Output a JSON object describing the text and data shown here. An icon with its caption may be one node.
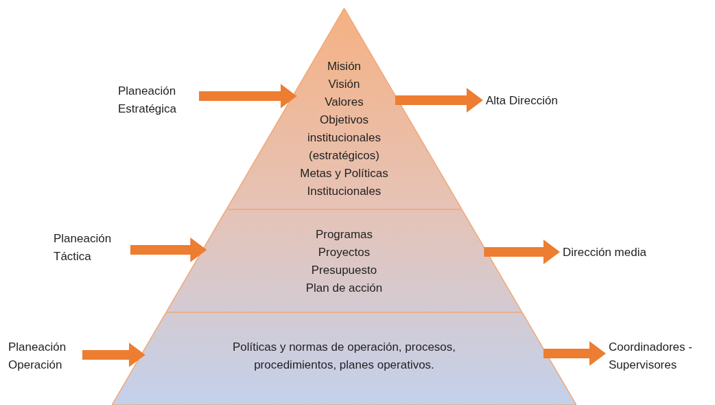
{
  "diagram": {
    "nodes": [
      {
        "text": [
          "Planeación Estratégica"
        ]
      },
      {
        "text": [
          "Misión",
          "Visión",
          "Valores",
          "Objetivos institucionales (estratégicos)",
          "Metas y Políticas Institucionales"
        ]
      },
      {
        "text": [
          "Alta Dirección"
        ]
      },
      {
        "text": [
          "Planeación Táctica"
        ]
      },
      {
        "text": [
          "Programas",
          "Proyectos",
          "Presupuesto",
          "Plan de acción"
        ]
      },
      {
        "text": [
          "Dirección media"
        ]
      },
      {
        "text": [
          "Planeación Operación"
        ]
      },
      {
        "text": [
          "Políticas y normas de operación, procesos, procedimientos, planes operativos."
        ]
      },
      {
        "text": [
          "Coordinadores - Supervisores"
        ]
      }
    ],
    "edges": [
      {
        "from": 0,
        "to": 1,
        "arrow": "to"
      },
      {
        "from": 1,
        "to": 2,
        "arrow": "to"
      },
      {
        "from": 3,
        "to": 4,
        "arrow": "to"
      },
      {
        "from": 4,
        "to": 5,
        "arrow": "to"
      },
      {
        "from": 6,
        "to": 7,
        "arrow": "to"
      },
      {
        "from": 7,
        "to": 8,
        "arrow": "to"
      }
    ]
  }
}
